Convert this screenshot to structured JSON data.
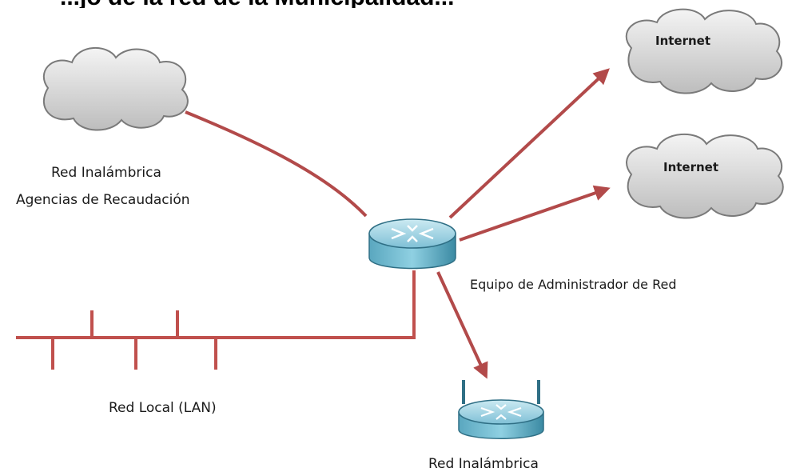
{
  "title": "...jo de la red de la Municipalidad...",
  "nodes": {
    "cloud_left_label_1": "Red Inalámbrica",
    "cloud_left_label_2": "Agencias de Recaudación",
    "internet_1": "Internet",
    "internet_2": "Internet",
    "router_label": "Equipo de Administrador de Red",
    "lan_label": "Red Local (LAN)",
    "wireless_router_label": "Red Inalámbrica"
  },
  "colors": {
    "link": "#b24a4a",
    "lan": "#c0504d",
    "cloud_fill": "#d6d6d6",
    "router_top": "#9fd3e3",
    "router_side": "#3f8fa8"
  }
}
